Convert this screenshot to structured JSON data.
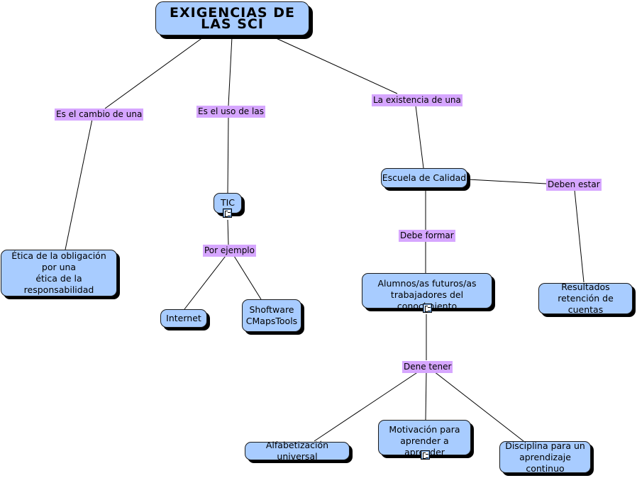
{
  "nodes": {
    "root": "EXIGENCIAS DE LAS SCI",
    "etica": "Ética de la obligación\npor una\nética de la responsabilidad",
    "tic": "TIC",
    "internet": "Internet",
    "software": "Shoftware\nCMapsTools",
    "escuela": "Escuela de Calidad",
    "alumnos": "Alumnos/as futuros/as\ntrabajadores del conocimiento",
    "resultados": "Resultados\nretención de cuentas",
    "alfabetizacion": "Alfabetización universal",
    "motivacion": "Motivación para\naprender a aprender",
    "disciplina": "Disciplina para un\naprendizaje continuo"
  },
  "links": {
    "cambio": "Es el cambio de una",
    "uso": "Es el uso de las",
    "existencia": "La existencia de una",
    "ejemplo": "Por ejemplo",
    "deben_estar": "Deben estar",
    "debe_formar": "Debe formar",
    "dene_tener": "Dene tener"
  },
  "icons": {
    "tic": "resource-document-icon",
    "alumnos": "resource-document-icon",
    "motivacion": "resource-document-icon"
  },
  "colors": {
    "node_fill": "#a8ccff",
    "link_label_fill": "#d6a6ff",
    "line": "#000000"
  }
}
